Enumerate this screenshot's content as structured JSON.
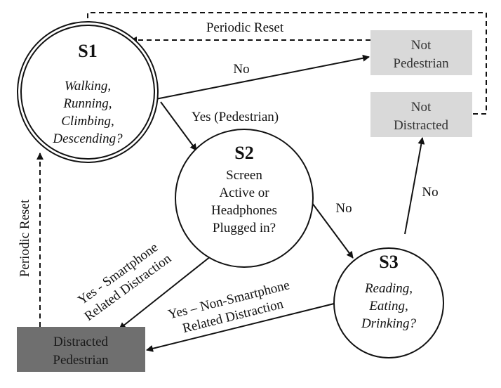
{
  "states": {
    "s1": {
      "title": "S1",
      "lines": [
        "Walking,",
        "Running,",
        "Climbing,",
        "Descending?"
      ]
    },
    "s2": {
      "title": "S2",
      "lines": [
        "Screen",
        "Active or",
        "Headphones",
        "Plugged in?"
      ]
    },
    "s3": {
      "title": "S3",
      "lines": [
        "Reading,",
        "Eating,",
        "Drinking?"
      ]
    }
  },
  "boxes": {
    "not_pedestrian": {
      "lines": [
        "Not",
        "Pedestrian"
      ],
      "fill": "#d9d9d9"
    },
    "not_distracted": {
      "lines": [
        "Not",
        "Distracted"
      ],
      "fill": "#d9d9d9"
    },
    "distracted_pedestrian": {
      "lines": [
        "Distracted",
        "Pedestrian"
      ],
      "fill": "#6f6f6f"
    }
  },
  "edges": {
    "periodic_reset_top": "Periodic Reset",
    "periodic_reset_left": "Periodic Reset",
    "s1_no": "No",
    "s1_yes": "Yes (Pedestrian)",
    "s2_no": "No",
    "s3_no": "No",
    "smartphone_line1": "Yes - Smartphone",
    "smartphone_line2": "Related Distraction",
    "nonsmartphone_line1": "Yes – Non-Smartphone",
    "nonsmartphone_line2": "Related Distraction"
  }
}
